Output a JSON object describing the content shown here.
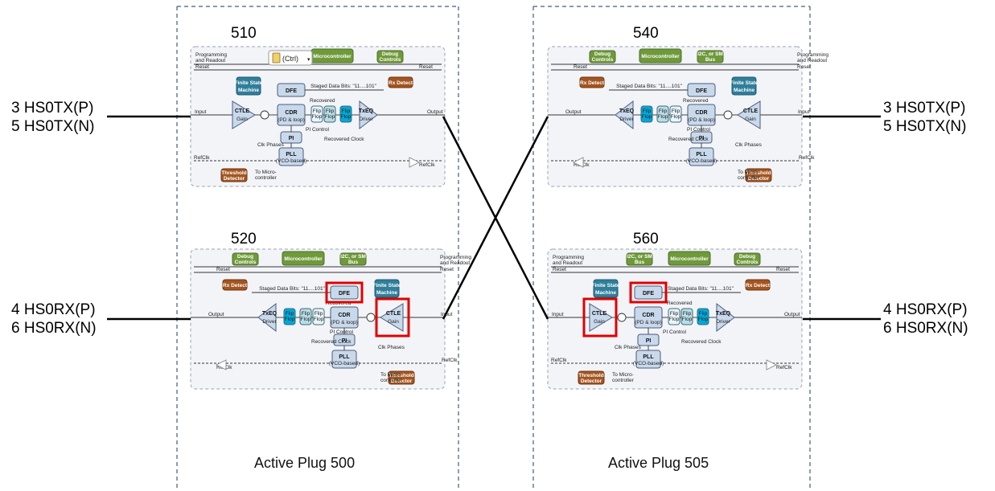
{
  "plugs": [
    {
      "id": "plug-500",
      "label": "Active Plug 500"
    },
    {
      "id": "plug-505",
      "label": "Active Plug 505"
    }
  ],
  "blocks": {
    "b510": {
      "number": "510",
      "mirrored": false,
      "highlights": [],
      "ctrl_popup": "(Ctrl)"
    },
    "b520": {
      "number": "520",
      "mirrored": true,
      "highlights": [
        "DFE",
        "CTLE"
      ]
    },
    "b540": {
      "number": "540",
      "mirrored": true,
      "highlights": []
    },
    "b560": {
      "number": "560",
      "mirrored": false,
      "highlights": [
        "DFE",
        "CTLE"
      ]
    }
  },
  "pins": {
    "left_top": [
      "3 HS0TX(P)",
      "5 HS0TX(N)"
    ],
    "left_bottom": [
      "4 HS0RX(P)",
      "6 HS0RX(N)"
    ],
    "right_top": [
      "3 HS0TX(P)",
      "5 HS0TX(N)"
    ],
    "right_bottom": [
      "4 HS0RX(P)",
      "6 HS0RX(N)"
    ]
  },
  "circuit": {
    "programming": "Programming",
    "and_readout": "and Readout",
    "reset": "Reset",
    "input": "Input",
    "output": "Output",
    "refclk": "RefClk",
    "microcontroller": "Microcontroller",
    "debug1": "Debug",
    "debug2": "Controls",
    "i2c1": "I2C, or SM",
    "i2c2": "Bus",
    "rx_detect": "Rx Detect",
    "fsm1": "Finite State",
    "fsm2": "Machine",
    "dfe": "DFE",
    "staged": "Staged Data Bits: \"11....101\"",
    "ctle": "CTLE",
    "gain": "Gain",
    "cdr": "CDR",
    "cdr_sub": "(PD & loop)",
    "recovered": "Recovered",
    "flip1": "Flip",
    "flip2": "Flop",
    "txeq": "TxEQ",
    "driver": "Driver",
    "pi": "PI",
    "pi_control": "PI Control",
    "clk_phases": "Clk Phases",
    "recovered_clock": "Recovered Clock",
    "pll": "PLL",
    "pll_sub": "(VCO-based)",
    "threshold1": "Threshold",
    "threshold2": "Detector",
    "to_micro1": "To Micro-",
    "to_micro2": "controller"
  },
  "colors": {
    "green": "#6f9a3a",
    "brown": "#a4551f",
    "teal": "#2f7f9b",
    "lightblue": "#c9d9ec",
    "cyan": "#00a8d8",
    "highlight": "#e00000",
    "frame": "#445a80"
  }
}
